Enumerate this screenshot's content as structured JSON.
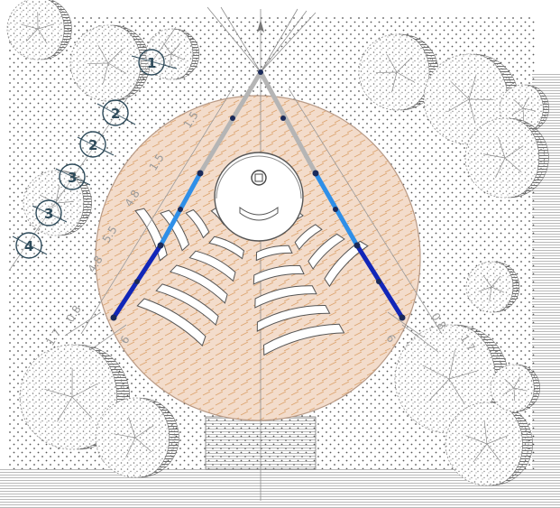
{
  "colors": {
    "plaza_fill": "#f3dccb",
    "plaza_hatch": "#dca36e",
    "stipple": "#555555",
    "tree_gray": "#7a7a7a",
    "beam_gray": "#b5b5b5",
    "beam_light_blue": "#2f8fe8",
    "beam_dark_blue": "#1226b8",
    "node": "#1a2a5a",
    "section_tag_stroke": "#2d4a5a",
    "line_gray": "#8c8c8c"
  },
  "section_tags": [
    "1",
    "2",
    "2",
    "3",
    "3",
    "4"
  ],
  "dimensions_left": [
    "1.5",
    "1.5",
    "4.8",
    "5.5",
    "4.8",
    "0.8",
    "1.7",
    "6"
  ],
  "dimensions_right": [
    "0.8",
    "1.7",
    "6"
  ],
  "icons": {
    "north_arrow": "north-arrow-icon",
    "stage": "stage-icon",
    "trees": "tree-canopy-icon"
  }
}
